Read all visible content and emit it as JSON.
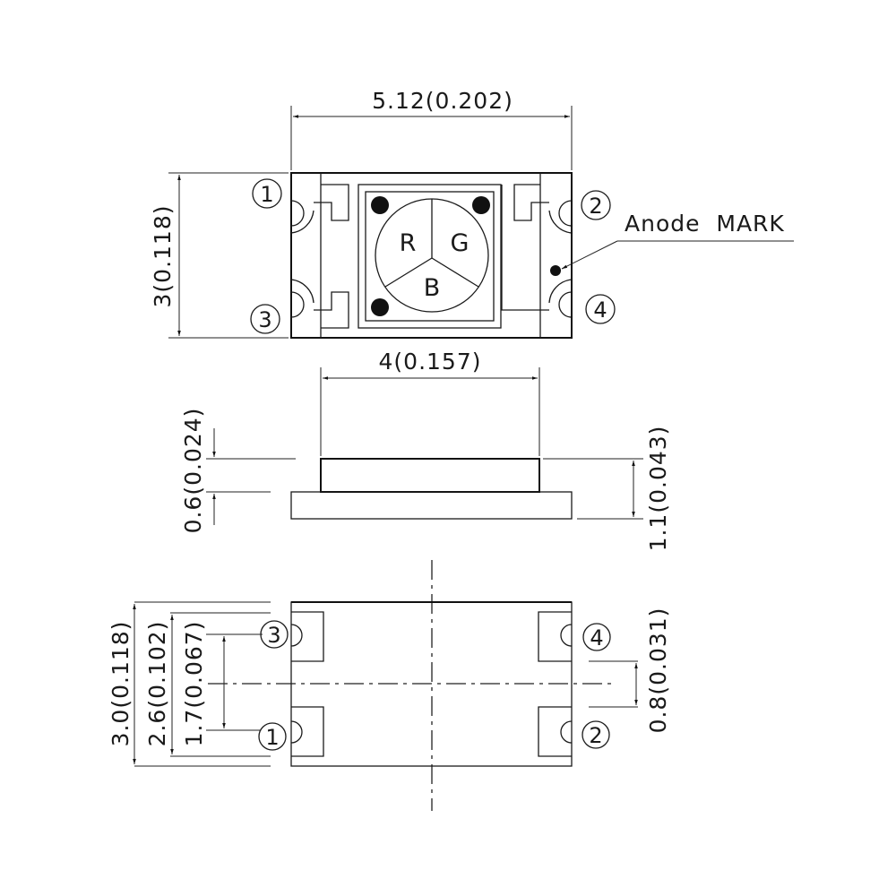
{
  "top_view": {
    "width_dim": "5.12(0.202)",
    "height_dim": "3(0.118)",
    "pins": [
      "1",
      "2",
      "3",
      "4"
    ],
    "channels": {
      "red": "R",
      "green": "G",
      "blue": "B"
    },
    "anode_label": "Anode  MARK"
  },
  "side_view": {
    "lens_width_dim": "4(0.157)",
    "lens_height_dim": "0.6(0.024)",
    "total_height_dim": "1.1(0.043)"
  },
  "bottom_view": {
    "overall_height_dim": "3.0(0.118)",
    "pad_span_dim": "2.6(0.102)",
    "pin_pitch_dim": "1.7(0.067)",
    "pad_gap_dim": "0.8(0.031)",
    "pins": [
      "3",
      "1",
      "4",
      "2"
    ]
  }
}
